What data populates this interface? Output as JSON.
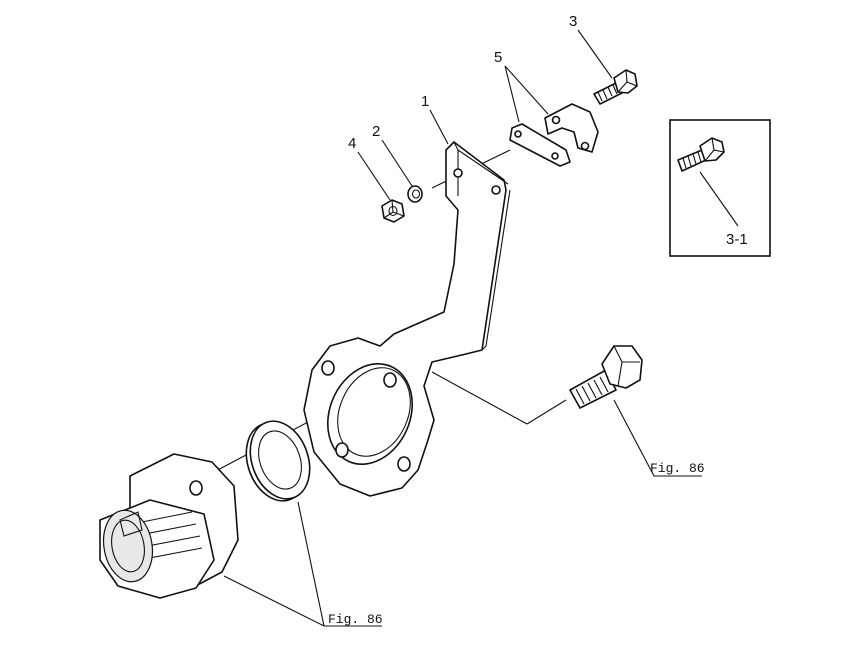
{
  "callouts": {
    "item_1": "1",
    "item_2": "2",
    "item_3": "3",
    "item_4": "4",
    "item_5": "5",
    "item_3_1": "3-1"
  },
  "references": {
    "fig_ref_upper": "Fig. 86",
    "fig_ref_lower": "Fig. 86"
  }
}
